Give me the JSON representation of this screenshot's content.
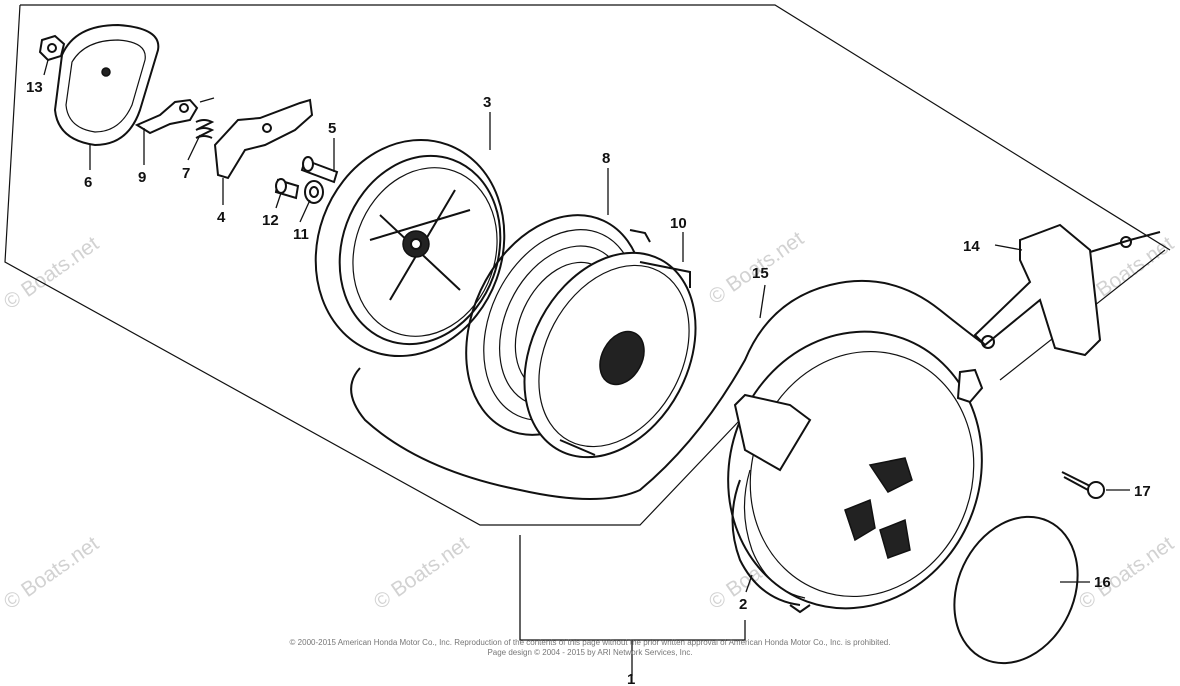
{
  "diagram": {
    "labels": {
      "p1": "1",
      "p2": "2",
      "p3": "3",
      "p4": "4",
      "p5": "5",
      "p6": "6",
      "p7": "7",
      "p8": "8",
      "p9": "9",
      "p10": "10",
      "p11": "11",
      "p12": "12",
      "p13": "13",
      "p14": "14",
      "p15": "15",
      "p16": "16",
      "p17": "17"
    },
    "watermark": "© Boats.net",
    "footer_line1": "© 2000-2015 American Honda Motor Co., Inc. Reproduction of the contents of this page without the prior written approval of American Honda Motor Co., Inc. is prohibited.",
    "footer_line2": "Page design © 2004 - 2015 by ARI Network Services, Inc."
  }
}
